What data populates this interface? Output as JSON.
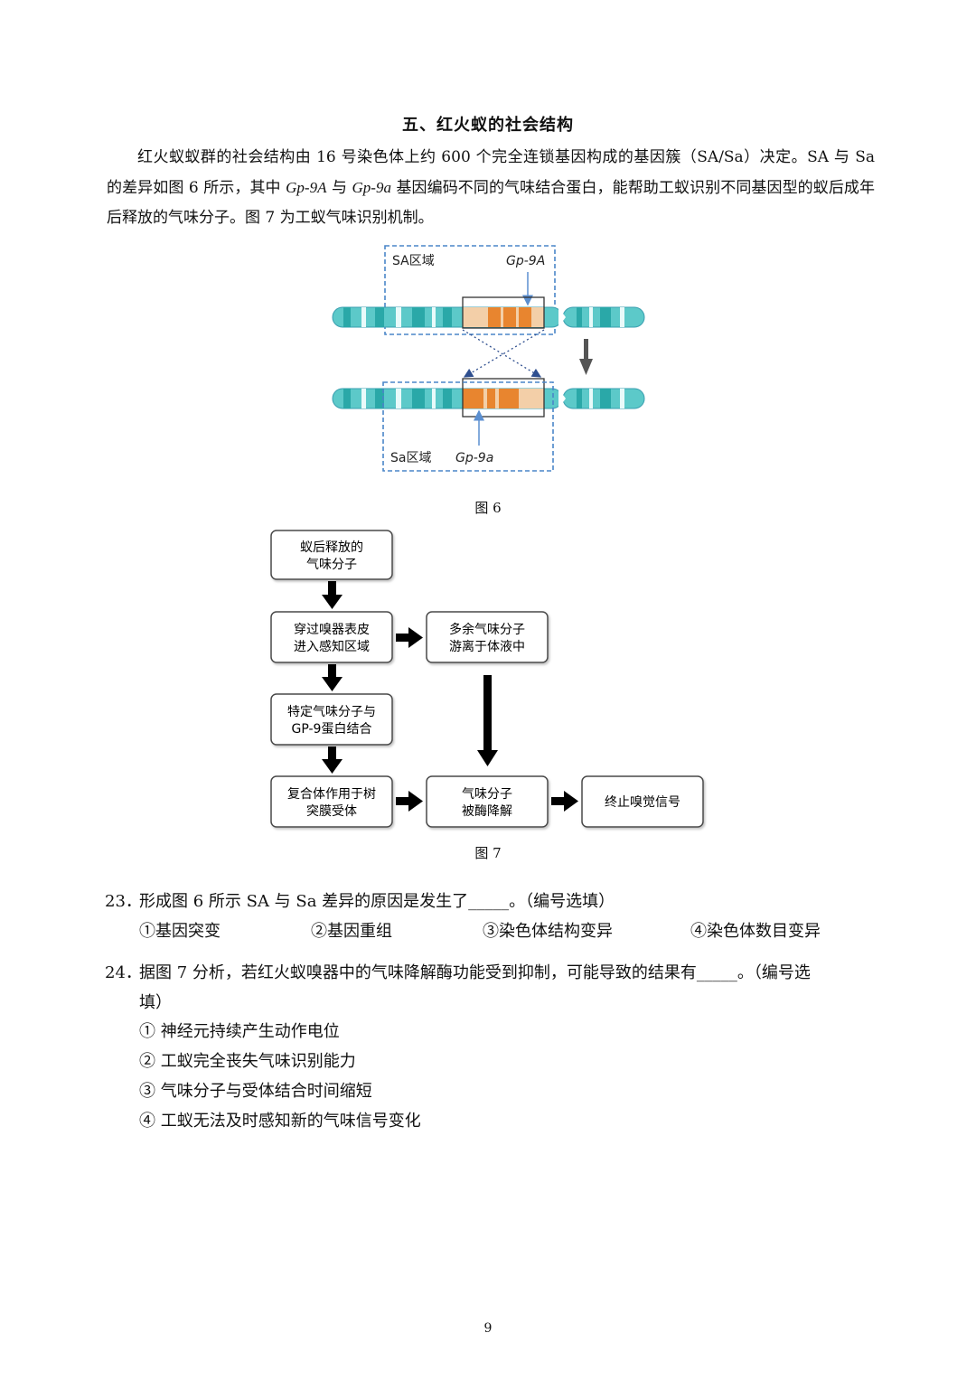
{
  "section_title": "五、红火蚁的社会结构",
  "intro": {
    "p1": "红火蚁蚁群的社会结构由 16 号染色体上约 600 个完全连锁基因构成的基因簇（SA/Sa）决定。SA 与 Sa 的差异如图 6 所示，其中 ",
    "gene_a": "Gp-9A",
    "p2": " 与 ",
    "gene_b": "Gp-9a",
    "p3": " 基因编码不同的气味结合蛋白，能帮助工蚁识别不同基因型的蚁后成年后释放的气味分子。图 7 为工蚁气味识别机制。"
  },
  "figure6": {
    "caption": "图 6",
    "label_sa_region": "SA区域",
    "label_gp9A": "Gp-9A",
    "label_sa_small_region": "Sa区域",
    "label_gp9a": "Gp-9a",
    "colors": {
      "chromosome": "#5cc9c9",
      "band": "#f3cfa8",
      "band_dark": "#e8852f",
      "dashed": "#4a86c8"
    }
  },
  "figure7": {
    "caption": "图 7",
    "boxes": {
      "b1": [
        "蚁后释放的",
        "气味分子"
      ],
      "b2": [
        "穿过嗅器表皮",
        "进入感知区域"
      ],
      "b3": [
        "多余气味分子",
        "游离于体液中"
      ],
      "b4": [
        "特定气味分子与",
        "GP-9蛋白结合"
      ],
      "b5": [
        "复合体作用于树",
        "突膜受体"
      ],
      "b6": [
        "气味分子",
        "被酶降解"
      ],
      "b7": [
        "终止嗅觉信号"
      ]
    }
  },
  "q23": {
    "num": "23．",
    "text": "形成图 6 所示 SA 与 Sa 差异的原因是发生了_____。（编号选填）",
    "options": [
      "①基因突变",
      "②基因重组",
      "③染色体结构变异",
      "④染色体数目变异"
    ]
  },
  "q24": {
    "num": "24．",
    "text_line1": "据图 7 分析，若红火蚁嗅器中的气味降解酶功能受到抑制，可能导致的结果有_____。（编号选",
    "text_line2": "填）",
    "options": [
      "① 神经元持续产生动作电位",
      "② 工蚁完全丧失气味识别能力",
      "③ 气味分子与受体结合时间缩短",
      "④ 工蚁无法及时感知新的气味信号变化"
    ]
  },
  "page_number": "9"
}
